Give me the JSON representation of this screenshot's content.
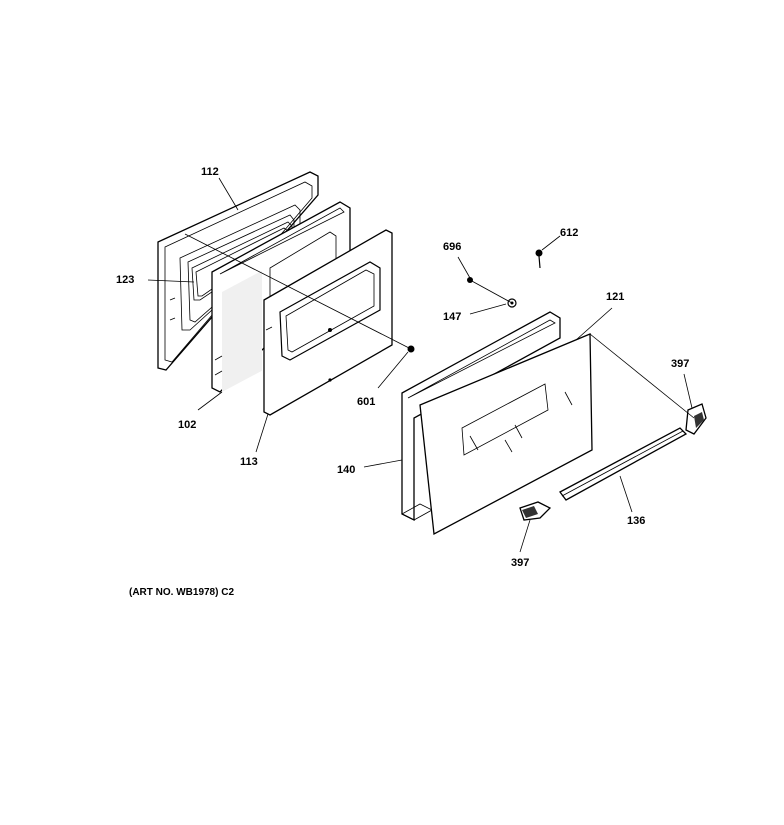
{
  "diagram": {
    "labels": {
      "p112": "112",
      "p123": "123",
      "p102": "102",
      "p113": "113",
      "p601": "601",
      "p696": "696",
      "p612": "612",
      "p147": "147",
      "p121": "121",
      "p397_top": "397",
      "p140": "140",
      "p136": "136",
      "p397_bottom": "397"
    },
    "caption": "(ART NO. WB1978) C2"
  }
}
